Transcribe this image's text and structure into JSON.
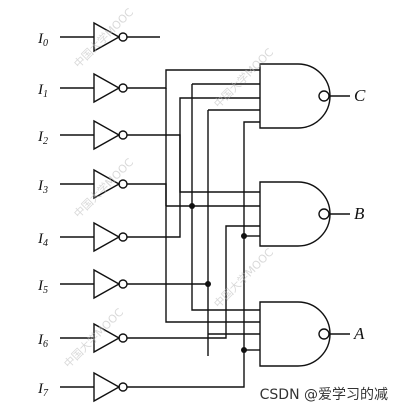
{
  "inputs": [
    {
      "letter": "I",
      "sub": "0"
    },
    {
      "letter": "I",
      "sub": "1"
    },
    {
      "letter": "I",
      "sub": "2"
    },
    {
      "letter": "I",
      "sub": "3"
    },
    {
      "letter": "I",
      "sub": "4"
    },
    {
      "letter": "I",
      "sub": "5"
    },
    {
      "letter": "I",
      "sub": "6"
    },
    {
      "letter": "I",
      "sub": "7"
    }
  ],
  "outputs": [
    "C",
    "B",
    "A"
  ],
  "watermark": "中国大学MOOC",
  "credit": "CSDN @爱学习的减"
}
